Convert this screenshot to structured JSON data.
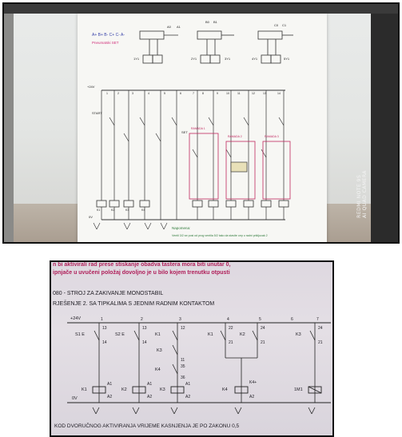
{
  "photo_top": {
    "sequence": "A+ B+ B- C+ C- A-",
    "pneumatic_set": "Pneumatski SET",
    "labels": {
      "a0": "A0",
      "a1": "A1",
      "b0": "B0",
      "b1": "B1",
      "c0": "C0",
      "c1": "C1",
      "y1": "1Y1",
      "y2": "2Y1",
      "y3": "3Y1",
      "y4": "4Y1",
      "y5": "5Y1",
      "v24": "+24V",
      "zero": "0V",
      "start": "START",
      "set": "SET",
      "rams1": "RAMADA 1",
      "rams2": "RAMADA 2",
      "rams3": "RAMADA 3",
      "k1": "K1",
      "k2": "K2",
      "k3": "K3",
      "k4": "K4"
    },
    "col_numbers": [
      "1",
      "2",
      "3",
      "4",
      "5",
      "6",
      "7",
      "8",
      "9",
      "10",
      "11",
      "12",
      "13",
      "14"
    ],
    "note_title": "Napomena:",
    "note_text": "Ventil 3/2 se posi od prog ventila 5/2 tako da stavite cep u radni prikljucak 2",
    "watermark_brand": "REDMI NOTE 9S",
    "watermark_camera": "AI QUAD CAMERA"
  },
  "photo_bottom": {
    "top_text_1": "n bi aktivirali rad prese stiskanje obadva tastera mora biti unutar 0,",
    "top_text_2": "ipnjače u uvučeni položaj dovoljno je u bilo kojem trenutku otpusti",
    "title": "080 - STROJ ZA ZAKIVANJE MONOSTABIL",
    "subtitle": "RJEŠENJE 2. SA TIPKALIMA S JEDNIM RADNIM KONTAKTOM",
    "bottom_text": "KOD DVORUČNOG AKTIVIRANJA VRIJEME KASNJENJA JE PO ZAKONU 0,5",
    "labels": {
      "v24": "+24V",
      "zero": "0V",
      "s1": "S1 E",
      "s2": "S2 E",
      "k1": "K1",
      "k2": "K2",
      "k3": "K3",
      "k4": "K4",
      "k4p": "K4+",
      "m": "1M1",
      "a1": "A1",
      "a2": "A2",
      "n13": "13",
      "n14": "14",
      "n22": "22",
      "n21": "21",
      "n24": "24",
      "n35": "35",
      "n36": "36",
      "n11": "11",
      "n12": "12",
      "c1": "1",
      "c2": "2",
      "c3": "3",
      "c4": "4",
      "c5": "5",
      "c6": "6",
      "c7": "7"
    }
  }
}
